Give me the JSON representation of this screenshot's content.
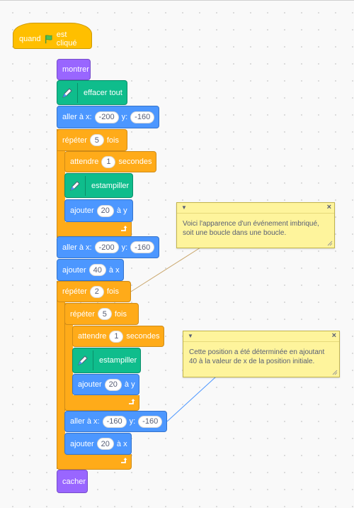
{
  "hat": {
    "label_pre": "quand",
    "label_post": "est cliqué",
    "flag_icon": "green-flag-icon"
  },
  "blocks": {
    "show": "montrer",
    "clear": "effacer tout",
    "goto1": {
      "label": "aller à x:",
      "x": "-200",
      "ylabel": "y:",
      "y": "-160"
    },
    "repeat1": {
      "label": "répéter",
      "count": "5",
      "suffix": "fois"
    },
    "wait1": {
      "label": "attendre",
      "value": "1",
      "suffix": "secondes"
    },
    "stamp1": "estampiller",
    "addx1": {
      "label": "ajouter",
      "value": "20",
      "suffix": "à y"
    },
    "goto2": {
      "label": "aller à x:",
      "x": "-200",
      "ylabel": "y:",
      "y": "-160"
    },
    "addx2": {
      "label": "ajouter",
      "value": "40",
      "suffix": "à x"
    },
    "repeat2": {
      "label": "répéter",
      "count": "2",
      "suffix": "fois"
    },
    "repeat3": {
      "label": "répéter",
      "count": "5",
      "suffix": "fois"
    },
    "wait2": {
      "label": "attendre",
      "value": "1",
      "suffix": "secondes"
    },
    "stamp2": "estampiller",
    "addy2": {
      "label": "ajouter",
      "value": "20",
      "suffix": "à y"
    },
    "goto3": {
      "label": "aller à x:",
      "x": "-160",
      "ylabel": "y:",
      "y": "-160"
    },
    "addx3": {
      "label": "ajouter",
      "value": "20",
      "suffix": "à x"
    },
    "hide": "cacher"
  },
  "comments": {
    "c1": "Voici l'apparence d'un événement imbriqué, soit une boucle dans une boucle.",
    "c2": "Cette position a été déterminée en ajoutant 40 à la valeur de x de la position initiale."
  },
  "colors": {
    "events": "#ffbf00",
    "looks": "#9966ff",
    "pen": "#0fbd8c",
    "motion": "#4c97ff",
    "control": "#ffab19",
    "comment": "#fef49c"
  }
}
